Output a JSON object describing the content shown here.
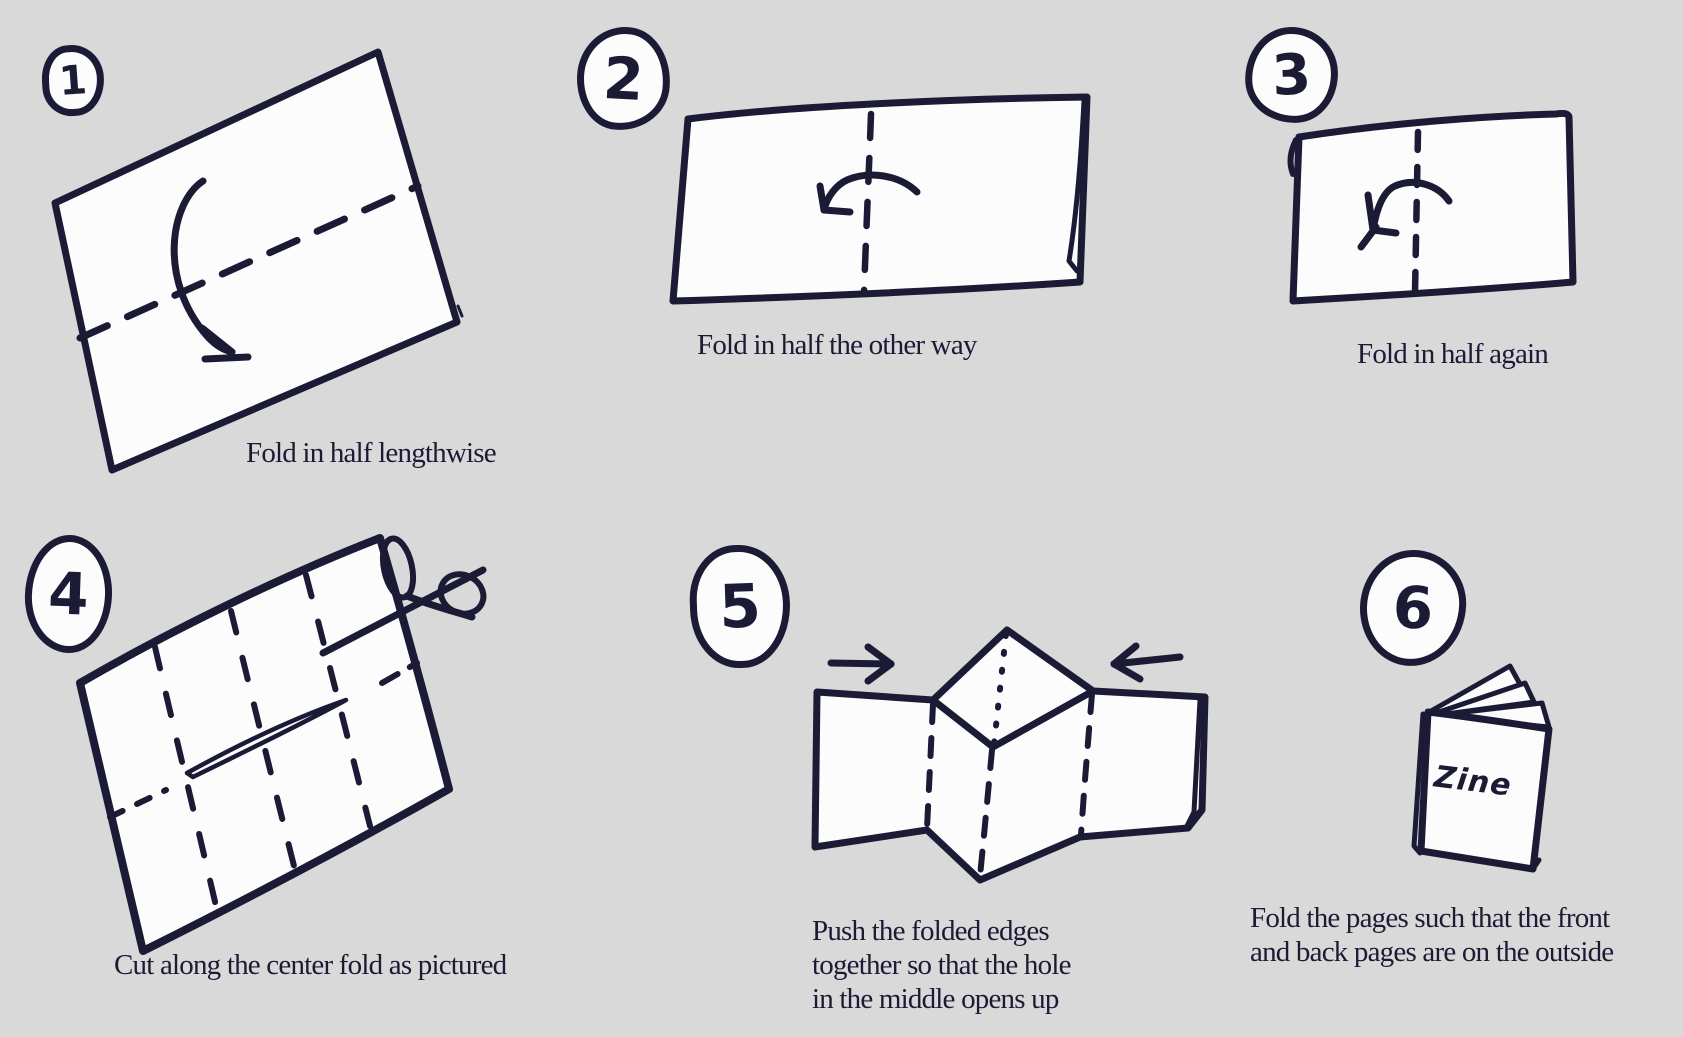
{
  "colors": {
    "background": "#d9d9d9",
    "ink": "#1b1b36",
    "paper": "#fcfcfd"
  },
  "steps": [
    {
      "number": "1",
      "caption_lines": [
        "Fold in half lengthwise"
      ]
    },
    {
      "number": "2",
      "caption_lines": [
        "Fold in half the other way"
      ]
    },
    {
      "number": "3",
      "caption_lines": [
        "Fold in half again"
      ]
    },
    {
      "number": "4",
      "caption_lines": [
        "Cut along the center fold as pictured"
      ]
    },
    {
      "number": "5",
      "caption_lines": [
        "Push the folded edges",
        "together so that the hole",
        "in the middle opens up"
      ]
    },
    {
      "number": "6",
      "caption_lines": [
        "Fold the pages such that the front",
        "and back pages are on the outside"
      ]
    }
  ],
  "zine_cover_label": "Zine"
}
